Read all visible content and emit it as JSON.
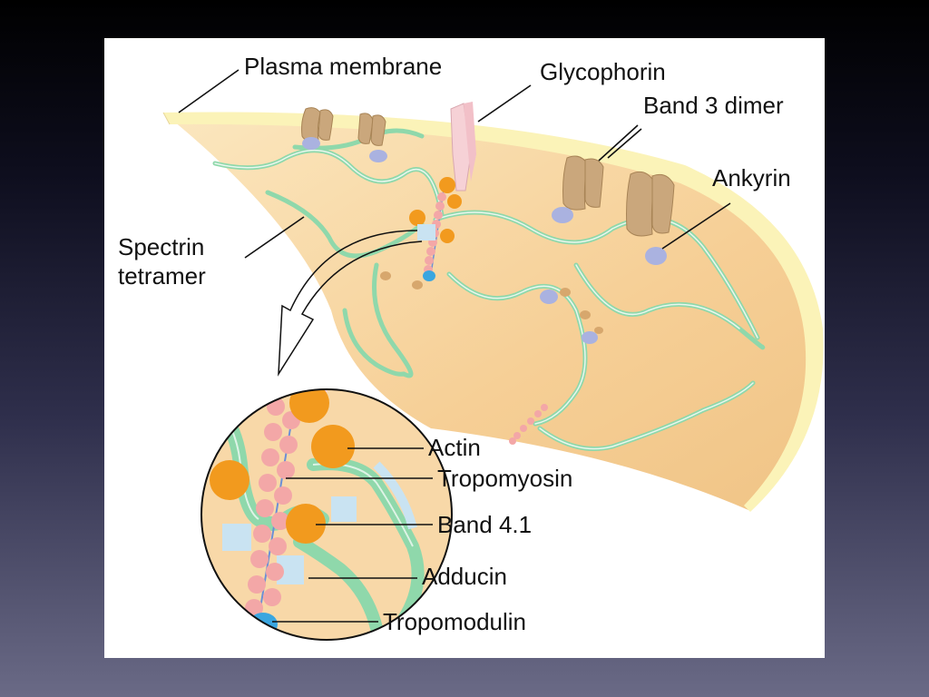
{
  "labels": {
    "plasma_membrane": "Plasma membrane",
    "glycophorin": "Glycophorin",
    "band3_dimer": "Band 3 dimer",
    "ankyrin": "Ankyrin",
    "spectrin_line1": "Spectrin",
    "spectrin_line2": "tetramer",
    "actin": "Actin",
    "tropomyosin": "Tropomyosin",
    "band41": "Band 4.1",
    "adducin": "Adducin",
    "tropomodulin": "Tropomodulin"
  },
  "colors": {
    "membrane_fill": "#f7d29a",
    "membrane_edge": "#fbf3b8",
    "spectrin": "#8fd8ab",
    "band3": "#caa77c",
    "ankyrin": "#aab2e0",
    "actin_bead": "#f3a7a7",
    "band41": "#f29a1e",
    "adducin": "#c9e3f2",
    "tropomodulin": "#3aa6e0",
    "glycophorin": "#f6d1d6"
  }
}
